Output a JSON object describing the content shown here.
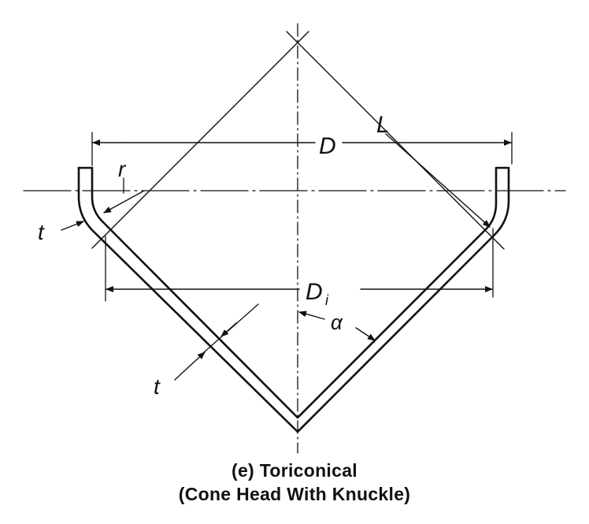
{
  "labels": {
    "outer_diameter": "D",
    "inner_diameter": "D",
    "inner_diameter_subscript": "i",
    "knuckle_radius": "r",
    "thickness_top": "t",
    "thickness_bottom": "t",
    "length": "L",
    "half_angle": "α"
  },
  "caption": {
    "line1": "(e) Toriconical",
    "line2": "(Cone Head With Knuckle)"
  },
  "colors": {
    "ink": "#111111",
    "background": "#ffffff"
  }
}
